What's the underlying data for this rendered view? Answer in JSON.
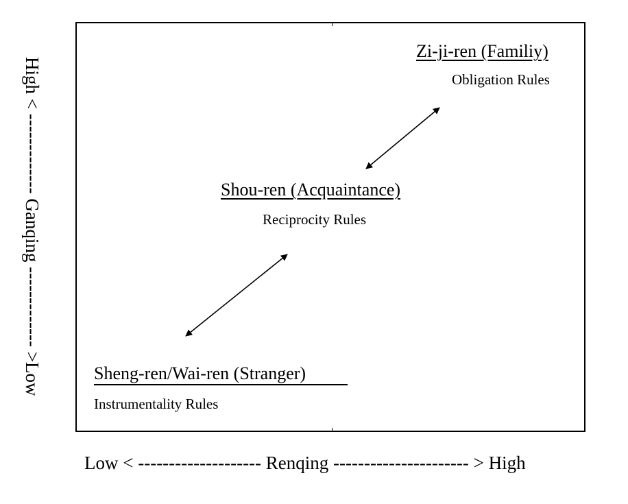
{
  "nodes": {
    "family": {
      "title": "Zi-ji-ren (Familiy)",
      "rule": "Obligation Rules"
    },
    "acquaintance": {
      "title": "Shou-ren (Acquaintance)",
      "rule": "Reciprocity Rules"
    },
    "stranger": {
      "title": "Sheng-ren/Wai-ren (Stranger)",
      "rule": "Instrumentality Rules"
    }
  },
  "axes": {
    "x": "Low < -------------------- Renqing ---------------------- > High",
    "y": "High < ------------- Ganqing ------------- >Low"
  }
}
